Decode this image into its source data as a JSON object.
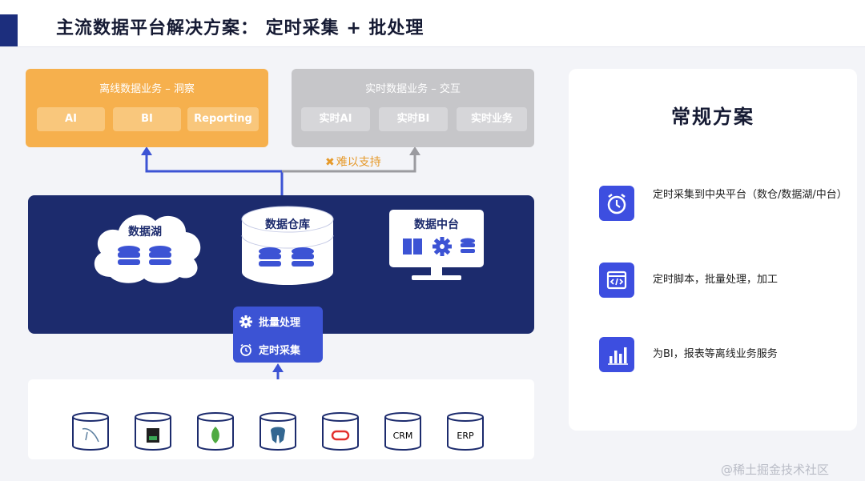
{
  "header": {
    "title": "主流数据平台解决方案：  定时采集 + 批处理"
  },
  "offline": {
    "title": "离线数据业务 – 洞察",
    "chips": [
      "AI",
      "BI",
      "Reporting"
    ]
  },
  "realtime": {
    "title": "实时数据业务 – 交互",
    "chips": [
      "实时AI",
      "实时BI",
      "实时业务"
    ]
  },
  "no_support": {
    "icon": "cross-icon",
    "label": "难以支持"
  },
  "platform": {
    "data_lake": "数据湖",
    "data_warehouse": "数据仓库",
    "data_middle": "数据中台"
  },
  "process": {
    "batch": "批量处理",
    "schedule": "定时采集"
  },
  "sources": [
    {
      "icon": "mysql-icon",
      "label": ""
    },
    {
      "icon": "ibm-db2-icon",
      "label": ""
    },
    {
      "icon": "mongodb-icon",
      "label": ""
    },
    {
      "icon": "postgresql-icon",
      "label": ""
    },
    {
      "icon": "oracle-icon",
      "label": ""
    },
    {
      "icon": "crm-icon",
      "label": "CRM"
    },
    {
      "icon": "erp-icon",
      "label": "ERP"
    }
  ],
  "right_card": {
    "title": "常规方案",
    "items": [
      {
        "icon": "alarm-clock-icon",
        "text": "定时采集到中央平台（数仓/数据湖/中台）"
      },
      {
        "icon": "code-window-icon",
        "text": "定时脚本，批量处理，加工"
      },
      {
        "icon": "bar-chart-icon",
        "text": "为BI，报表等离线业务服务"
      }
    ]
  },
  "colors": {
    "navy": "#1c2b6d",
    "accent": "#3c53d4",
    "orange": "#f6b04d",
    "grey": "#c6c6c9",
    "warning": "#e69a2b"
  },
  "watermark": "@稀土掘金技术社区"
}
